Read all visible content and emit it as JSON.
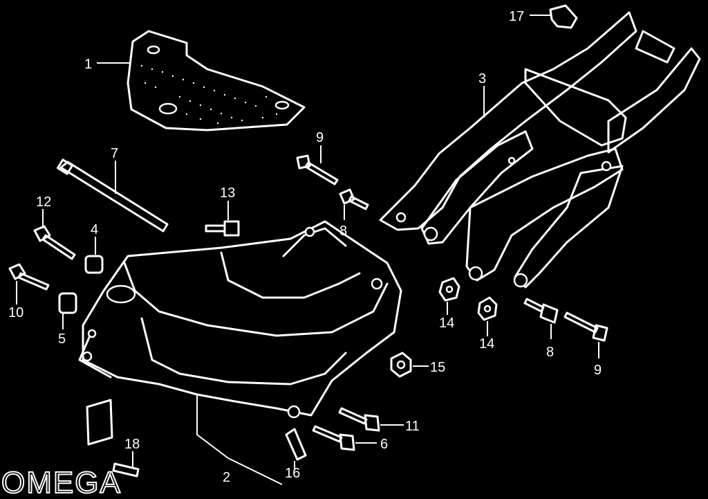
{
  "brand": "OMEGA",
  "labels": {
    "l1": "1",
    "l2": "2",
    "l3": "3",
    "l4": "4",
    "l5": "5",
    "l6": "6",
    "l7": "7",
    "l8a": "8",
    "l8b": "8",
    "l9a": "9",
    "l9b": "9",
    "l10": "10",
    "l11": "11",
    "l12": "12",
    "l13": "13",
    "l14a": "14",
    "l14b": "14",
    "l15": "15",
    "l16": "16",
    "l17": "17",
    "l18": "18"
  }
}
